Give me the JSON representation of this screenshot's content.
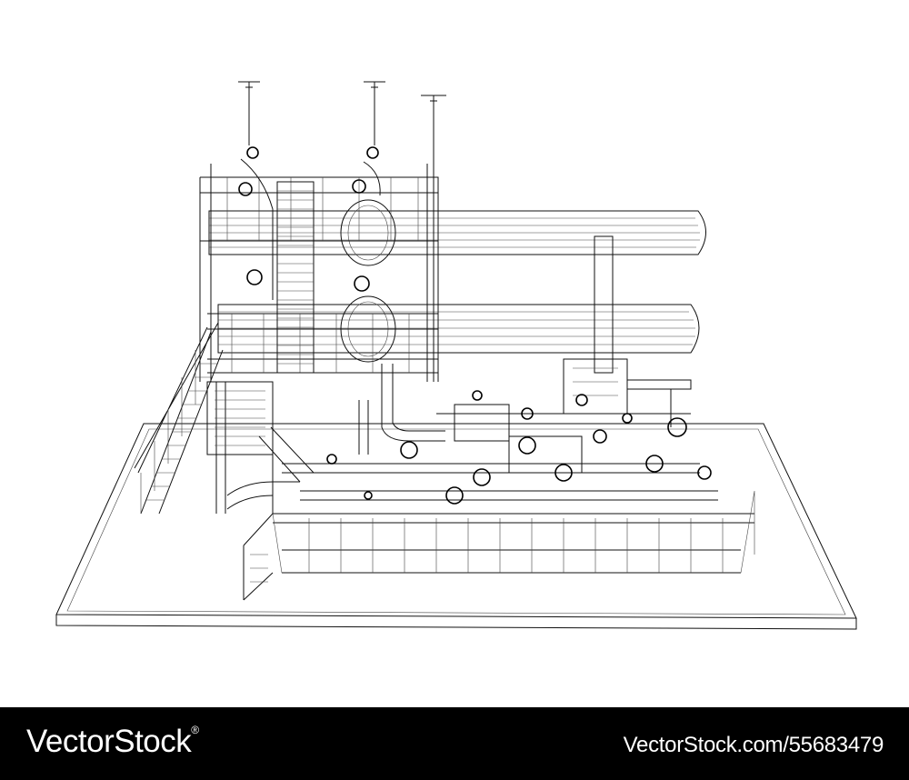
{
  "image": {
    "subject": "wireframe-industrial-skid",
    "line_color": "#111111",
    "background": "#ffffff"
  },
  "footer": {
    "background": "#000000",
    "text_color": "#ffffff",
    "brand": "VectorStock",
    "brand_mark": "®",
    "image_id": "VectorStock.com/55683479"
  }
}
